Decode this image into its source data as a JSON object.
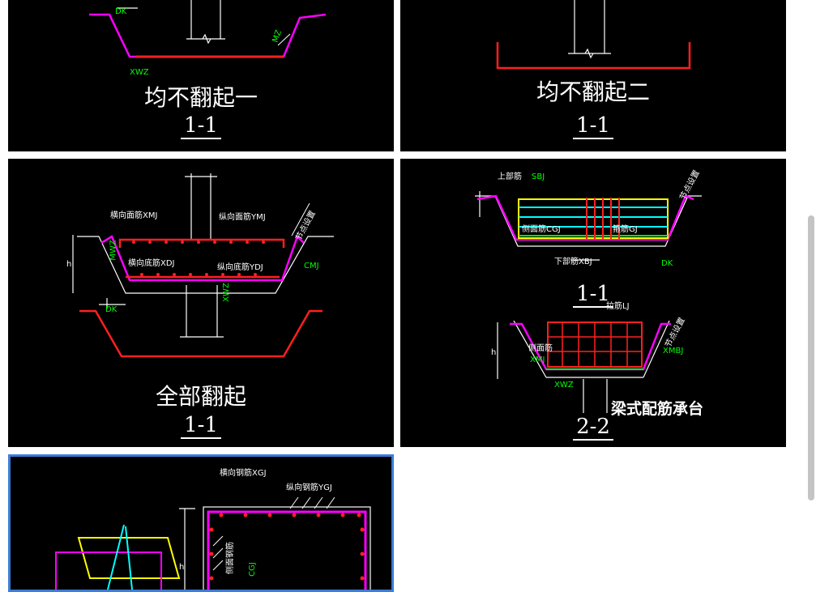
{
  "tiles": [
    {
      "title": "均不翻起一",
      "section": "1-1",
      "labels": {
        "dk": "DK",
        "xwz": "XWZ",
        "mz": "MZ"
      }
    },
    {
      "title": "均不翻起二",
      "section": "1-1"
    },
    {
      "title": "全部翻起",
      "section": "1-1",
      "labels": {
        "heng_mian": "横向面筋XMJ",
        "zong_mian": "纵向面筋YMJ",
        "heng_di": "横向底筋XDJ",
        "zong_di": "纵向底筋YDJ",
        "cmj": "CMJ",
        "dk": "DK",
        "h": "h",
        "mwz": "MWZ",
        "xwz": "XWZ",
        "slope": "节点设置"
      }
    },
    {
      "title": "梁式配筋承台",
      "section_a": "1-1",
      "section_b": "2-2",
      "labels": {
        "shang": "上部筋",
        "sbj": "SBJ",
        "ce": "侧面筋CGJ",
        "gj": "箍筋GJ",
        "xia": "下部筋XBJ",
        "dk": "DK",
        "la": "拉筋LJ",
        "ce2": "侧面筋",
        "xmj": "XMJ",
        "xmbj": "XMBJ",
        "xwz": "XWZ",
        "h": "h",
        "slope": "节点设置"
      }
    },
    {
      "labels": {
        "heng": "横向钢筋XGJ",
        "zong": "纵向钢筋YGJ",
        "h": "h",
        "ce": "侧面钢筋",
        "cgj": "CGJ"
      }
    }
  ],
  "colors": {
    "magenta": "#ff00ff",
    "red": "#ff1a1a",
    "green": "#00ff00",
    "yellow": "#ffff00",
    "cyan": "#00ffff",
    "white": "#ffffff",
    "selection": "#3b7dd8"
  }
}
